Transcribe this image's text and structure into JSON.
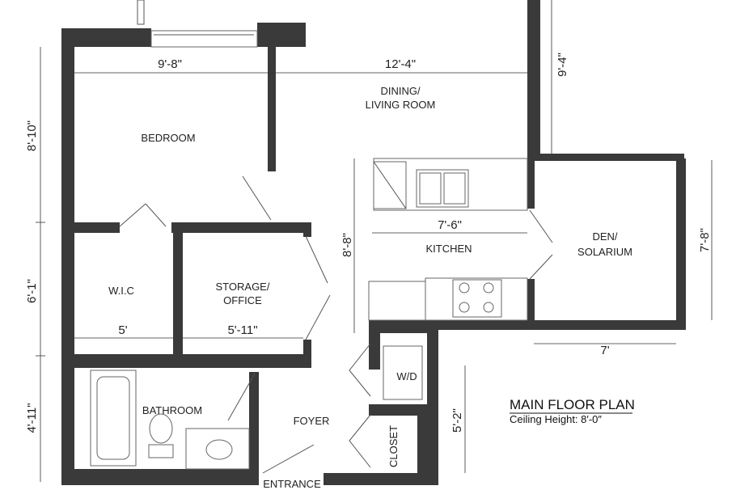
{
  "title": {
    "main": "MAIN FLOOR PLAN",
    "subtitle": "Ceiling Height: 8′-0″"
  },
  "rooms": {
    "bedroom": "BEDROOM",
    "dining_1": "DINING/",
    "dining_2": "LIVING ROOM",
    "kitchen": "KITCHEN",
    "den_1": "DEN/",
    "den_2": "SOLARIUM",
    "wic": "W.I.C",
    "storage_1": "STORAGE/",
    "storage_2": "OFFICE",
    "bathroom": "BATHROOM",
    "foyer": "FOYER",
    "wd": "W/D",
    "closet": "CLOSET",
    "entrance": "ENTRANCE"
  },
  "dimensions": {
    "bedroom_width": "9'-8\"",
    "dining_width": "12'-4\"",
    "dining_depth": "9'-4\"",
    "bedroom_depth": "8'-10\"",
    "wic_depth": "6'-1\"",
    "bath_depth": "4'-11\"",
    "kitchen_width": "7'-6\"",
    "kitchen_depth": "8'-8\"",
    "den_depth": "7'-8\"",
    "den_width": "7'",
    "wic_width": "5'",
    "storage_width": "5'-11\"",
    "closet_depth": "5'-2\""
  }
}
